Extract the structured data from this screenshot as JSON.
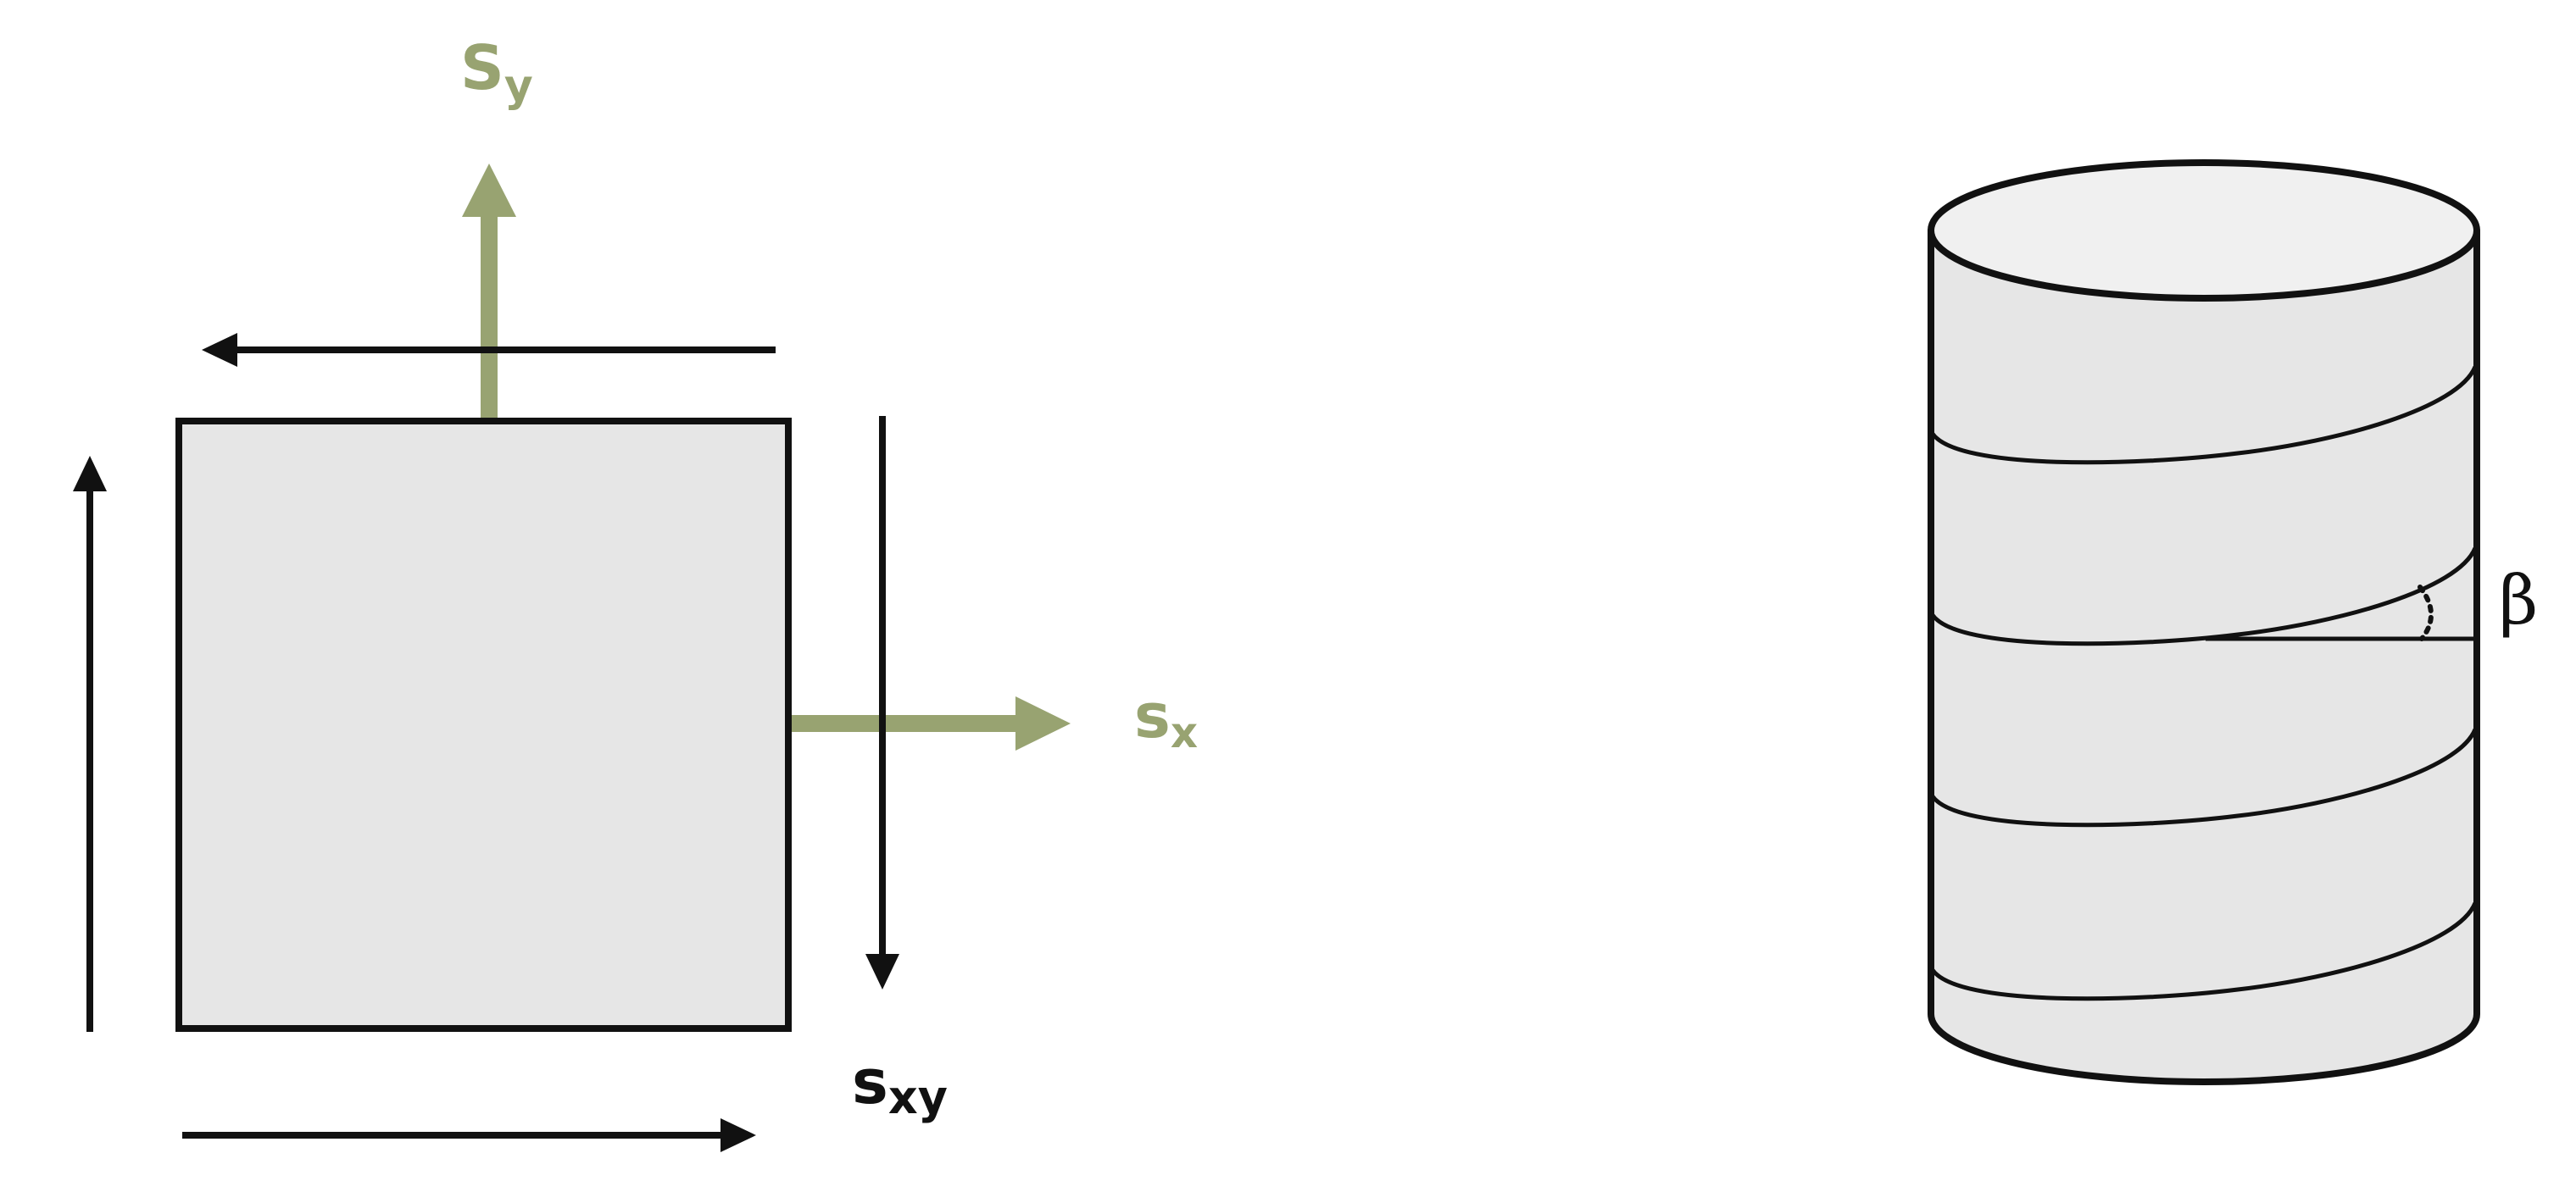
{
  "labels": {
    "sy_main": "S",
    "sy_sub": "y",
    "sx_main": "s",
    "sx_sub": "x",
    "sxy_main": "s",
    "sxy_sub": "xy",
    "beta": "β"
  },
  "colors": {
    "normal_stress_arrow": "#98a371",
    "shear_arrow": "#111111",
    "element_fill": "#e6e6e6",
    "cylinder_fill": "#e6e6e6",
    "cylinder_top_fill": "#f0f0f0",
    "outline": "#111111"
  }
}
